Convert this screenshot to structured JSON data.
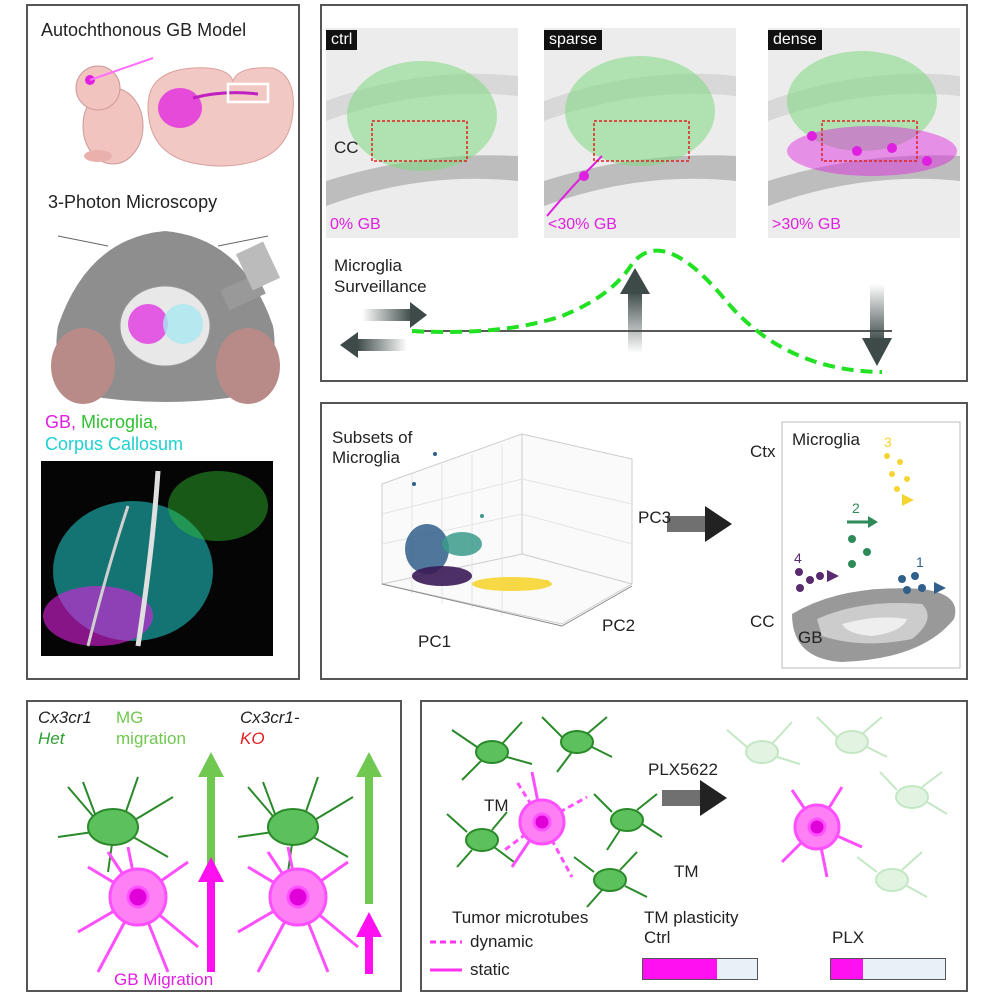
{
  "left_panel": {
    "title": "Autochthonous GB Model",
    "microscopy_title": "3-Photon Microscopy",
    "legend_gb": "GB,",
    "legend_microglia": "Microglia,",
    "legend_cc": "Corpus Callosum"
  },
  "surveillance": {
    "panels": [
      {
        "tag": "ctrl",
        "pct": "0% GB"
      },
      {
        "tag": "sparse",
        "pct": "<30% GB"
      },
      {
        "tag": "dense",
        "pct": ">30% GB"
      }
    ],
    "cc_label": "CC",
    "title_line1": "Microglia",
    "title_line2": "Surveillance"
  },
  "pca": {
    "title_line1": "Subsets of",
    "title_line2": "Microglia",
    "pc1": "PC1",
    "pc2": "PC2",
    "pc3": "PC3",
    "ctx": "Ctx",
    "cc": "CC",
    "box_title": "Microglia",
    "gb": "GB",
    "subsets": [
      {
        "label": "1",
        "color": "#2f5f8a"
      },
      {
        "label": "2",
        "color": "#2e8a57"
      },
      {
        "label": "3",
        "color": "#f5d530"
      },
      {
        "label": "4",
        "color": "#5a2a6e"
      }
    ]
  },
  "migration": {
    "het_line1": "Cx3cr1",
    "het_line2": "Het",
    "mg_line1": "MG",
    "mg_line2": "migration",
    "ko_line1": "Cx3cr1-",
    "ko_line2": "KO",
    "gb_migration": "GB Migration"
  },
  "tm": {
    "tm_label_1": "TM",
    "tm_label_2": "TM",
    "drug": "PLX5622",
    "legend_title": "Tumor microtubes",
    "dynamic": "dynamic",
    "static": "static",
    "plasticity_title": "TM plasticity",
    "ctrl": "Ctrl",
    "plx": "PLX",
    "ctrl_fraction": 0.65,
    "plx_fraction": 0.28
  },
  "colors": {
    "magenta": "#e020e0",
    "green": "#44c044",
    "dark_arrow": "#3d4a48"
  }
}
